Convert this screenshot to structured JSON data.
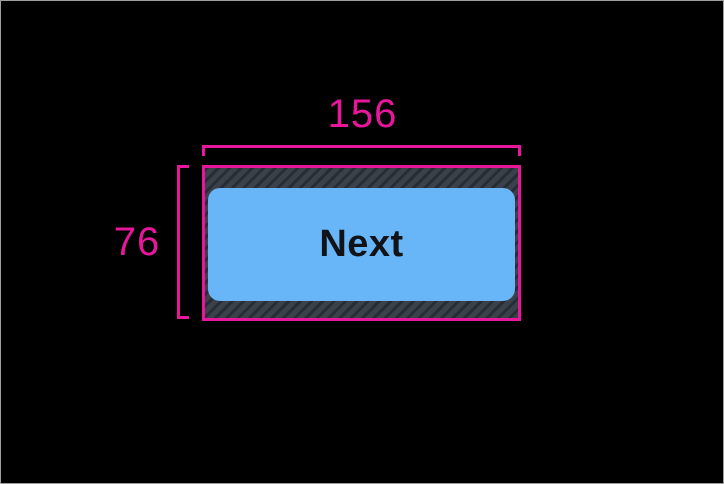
{
  "measurements": {
    "width_label": "156",
    "height_label": "76"
  },
  "button": {
    "label": "Next"
  },
  "colors": {
    "guide_pink": "#e8169a",
    "button_blue": "#68b6f7",
    "hatch_background": "#3a414a",
    "hatch_stripe": "#272d34",
    "canvas_black": "#000000",
    "button_text": "#101418",
    "frame_border": "#9e9e9e"
  }
}
